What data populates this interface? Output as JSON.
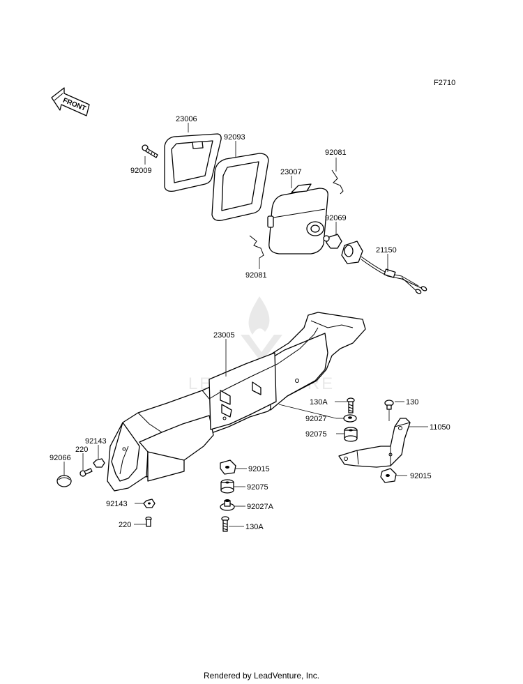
{
  "figure_code": "F2710",
  "front_label": "FRONT",
  "watermark": "LEADVENTURE",
  "footer": "Rendered by LeadVenture, Inc.",
  "callouts": {
    "c23006": "23006",
    "c92009": "92009",
    "c92093": "92093",
    "c92081a": "92081",
    "c23007": "23007",
    "c92069": "92069",
    "c21150": "21150",
    "c92081b": "92081",
    "c23005": "23005",
    "c130a1": "130A",
    "c130": "130",
    "c92027": "92027",
    "c11050": "11050",
    "c92075a": "92075",
    "c92143a": "92143",
    "c220a": "220",
    "c92066": "92066",
    "c92015a": "92015",
    "c92015b": "92015",
    "c92075b": "92075",
    "c92143b": "92143",
    "c92027a": "92027A",
    "c220b": "220",
    "c130a2": "130A"
  }
}
